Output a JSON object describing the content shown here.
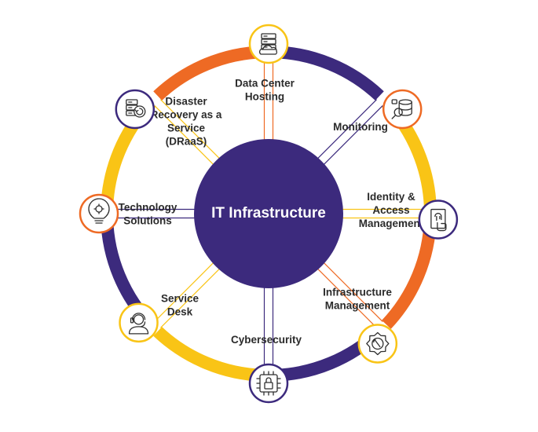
{
  "center": {
    "label": "IT Infrastructure",
    "color": "#3c2a7d"
  },
  "colors": {
    "purple": "#3c2a7d",
    "orange": "#ee6a24",
    "yellow": "#f9c416",
    "divider_fill": "#ffffff",
    "icon_stroke": "#2f2f2f"
  },
  "segments": [
    {
      "id": "data-center-hosting",
      "lines": [
        "Data Center",
        "Hosting"
      ],
      "ring_color": "#f9c416",
      "icon": "server-cloud-icon"
    },
    {
      "id": "monitoring",
      "lines": [
        "Monitoring"
      ],
      "ring_color": "#ee6a24",
      "icon": "database-search-icon"
    },
    {
      "id": "identity-access-management",
      "lines": [
        "Identity &",
        "Access",
        "Management"
      ],
      "ring_color": "#3c2a7d",
      "icon": "fingerprint-door-icon"
    },
    {
      "id": "infrastructure-management",
      "lines": [
        "Infrastructure",
        "Management"
      ],
      "ring_color": "#f9c416",
      "icon": "gear-wrench-icon"
    },
    {
      "id": "cybersecurity",
      "lines": [
        "Cybersecurity"
      ],
      "ring_color": "#3c2a7d",
      "icon": "chip-lock-icon"
    },
    {
      "id": "service-desk",
      "lines": [
        "Service",
        "Desk"
      ],
      "ring_color": "#f9c416",
      "icon": "headset-agent-icon"
    },
    {
      "id": "technology-solutions",
      "lines": [
        "Technology",
        "Solutions"
      ],
      "ring_color": "#ee6a24",
      "icon": "lightbulb-gear-icon"
    },
    {
      "id": "disaster-recovery",
      "lines": [
        "Disaster",
        "Recovery as a",
        "Service",
        "(DRaaS)"
      ],
      "ring_color": "#3c2a7d",
      "icon": "server-recovery-icon"
    }
  ]
}
